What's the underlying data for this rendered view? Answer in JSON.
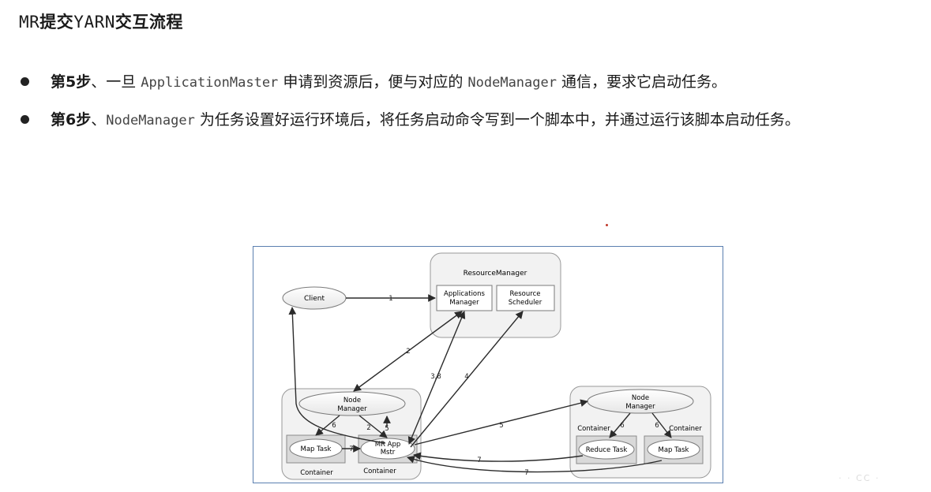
{
  "title": {
    "prefix": "MR",
    "strong1": "提交",
    "middle": "YARN",
    "strong2": "交互流程"
  },
  "steps": [
    {
      "label": "第5步",
      "sep": "、",
      "text_before": "一旦 ",
      "code1": "ApplicationMaster",
      "text_mid": " 申请到资源后，便与对应的 ",
      "code2": "NodeManager",
      "text_after": " 通信，要求它启动任务。"
    },
    {
      "label": "第6步",
      "sep": "、",
      "text_before": "",
      "code1": "NodeManager",
      "text_mid": " 为任务设置好运行环境后，将任务启动命令写到一个脚本中，并通过运行该脚本启动任务。",
      "code2": "",
      "text_after": ""
    }
  ],
  "diagram": {
    "resource_manager": {
      "title": "ResourceManager",
      "applications_manager": [
        "Applications",
        "Manager"
      ],
      "resource_scheduler": [
        "Resource",
        "Scheduler"
      ]
    },
    "client": "Client",
    "left_node": {
      "node_manager": [
        "Node",
        "Manager"
      ],
      "map_task": "Map Task",
      "mr_app_master": [
        "MR App",
        "Mstr"
      ],
      "container_left": "Container",
      "container_right": "Container"
    },
    "right_node": {
      "node_manager": [
        "Node",
        "Manager"
      ],
      "reduce_task": "Reduce Task",
      "map_task": "Map Task",
      "container_left": "Container",
      "container_right": "Container"
    },
    "arrow_labels": {
      "client_to_apps": "1",
      "apps_to_left_nm": "2",
      "nm_to_mrapp": "2",
      "mrapp_to_apps": "3,8",
      "mrapp_to_scheduler": "4",
      "mrapp_to_nm": "5",
      "mrapp_to_right_nm": "5",
      "nm_to_maptask_left": "6",
      "right_nm_to_reduce": "6",
      "right_nm_to_map": "6",
      "maptask_to_mrapp": "7",
      "right_reduce_to_mrapp": "7",
      "right_map_to_mrapp": "7"
    }
  },
  "colors": {
    "diagram_border": "#5b7fb0",
    "box_fill": "#f2f2f2",
    "task_box_fill": "#d9d9d9",
    "arrow": "#2b2b2b"
  },
  "watermark": "· ·  СС  ·"
}
